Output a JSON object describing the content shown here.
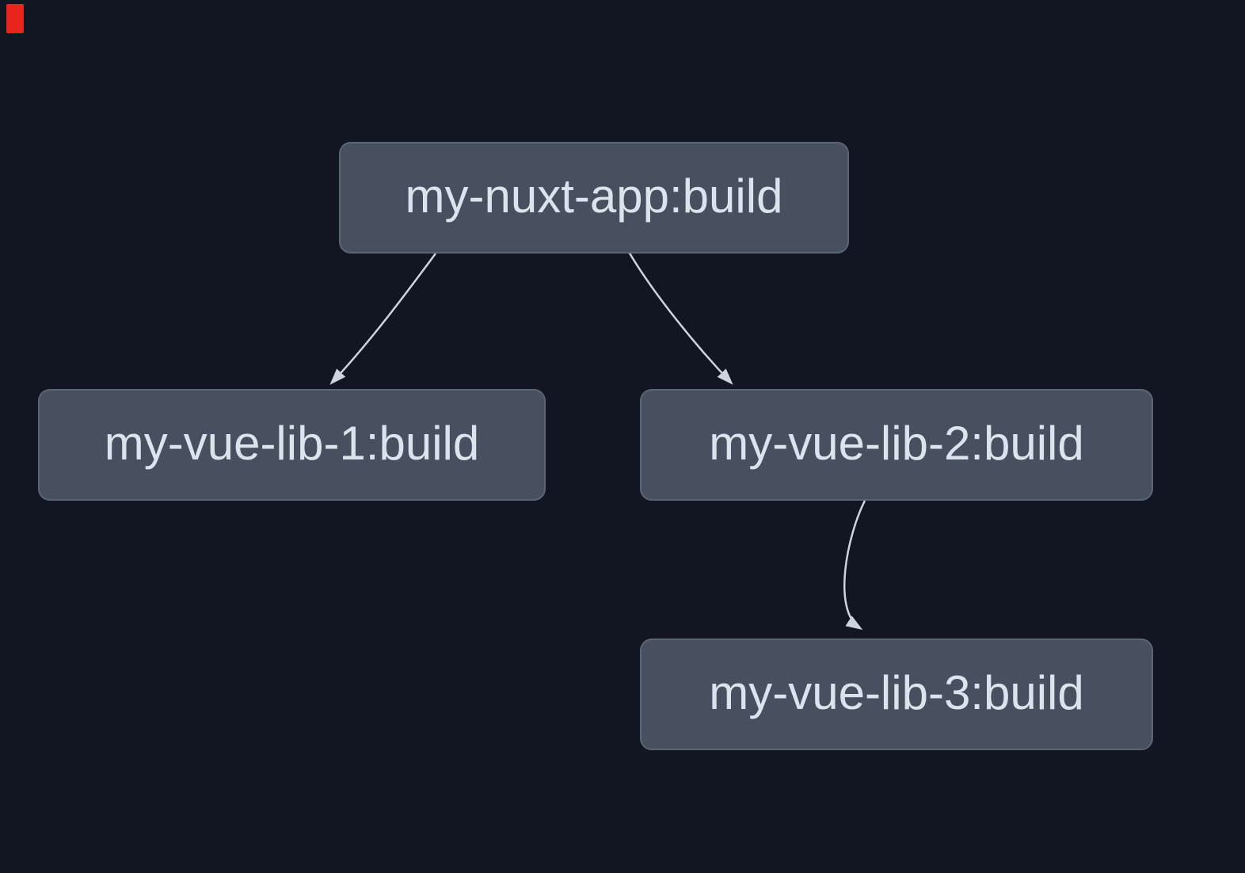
{
  "app": {
    "view": "task-dependency-graph"
  },
  "colors": {
    "bg": "#111622",
    "node-fill": "#47505F",
    "node-border": "#5C6574",
    "node-text": "#DDE3ED",
    "edge": "#CCD4E2",
    "marker-red": "#E8251D"
  },
  "graph": {
    "nodes": [
      {
        "id": "my-nuxt-app:build",
        "label": "my-nuxt-app:build"
      },
      {
        "id": "my-vue-lib-1:build",
        "label": "my-vue-lib-1:build"
      },
      {
        "id": "my-vue-lib-2:build",
        "label": "my-vue-lib-2:build"
      },
      {
        "id": "my-vue-lib-3:build",
        "label": "my-vue-lib-3:build"
      }
    ],
    "edges": [
      {
        "from": "my-nuxt-app:build",
        "to": "my-vue-lib-1:build"
      },
      {
        "from": "my-nuxt-app:build",
        "to": "my-vue-lib-2:build"
      },
      {
        "from": "my-vue-lib-2:build",
        "to": "my-vue-lib-3:build"
      }
    ]
  }
}
